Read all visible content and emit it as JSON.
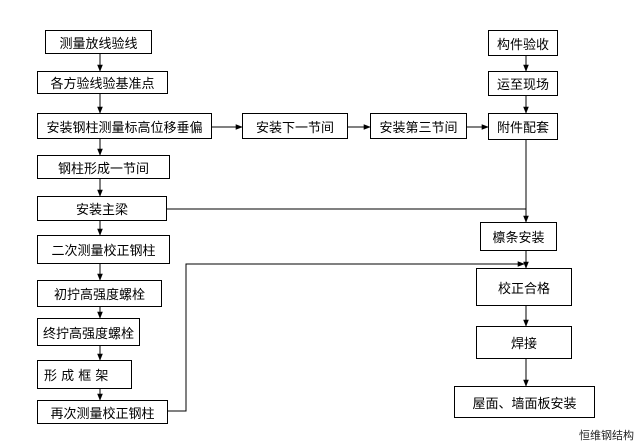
{
  "flow": {
    "left": {
      "survey_layout": "测量放线验线",
      "verify_baseline": "各方验线验基准点",
      "install_columns": "安装钢柱测量标高位移垂偏",
      "column_section": "钢柱形成一节间",
      "install_beam": "安装主梁",
      "second_survey": "二次测量校正钢柱",
      "initial_bolt": "初拧高强度螺栓",
      "final_bolt": "终拧高强度螺栓",
      "frame": "形 成 框 架",
      "resurvey": "再次测量校正钢柱"
    },
    "middle": {
      "next_section": "安装下一节间",
      "third_section": "安装第三节间"
    },
    "right": {
      "inspection": "构件验收",
      "transport": "运至现场",
      "accessories": "附件配套",
      "purlin": "檩条安装",
      "qualified": "校正合格",
      "welding": "焊接",
      "roof_wall": "屋面、墙面板安装"
    }
  },
  "watermark": "恒维钢结构"
}
